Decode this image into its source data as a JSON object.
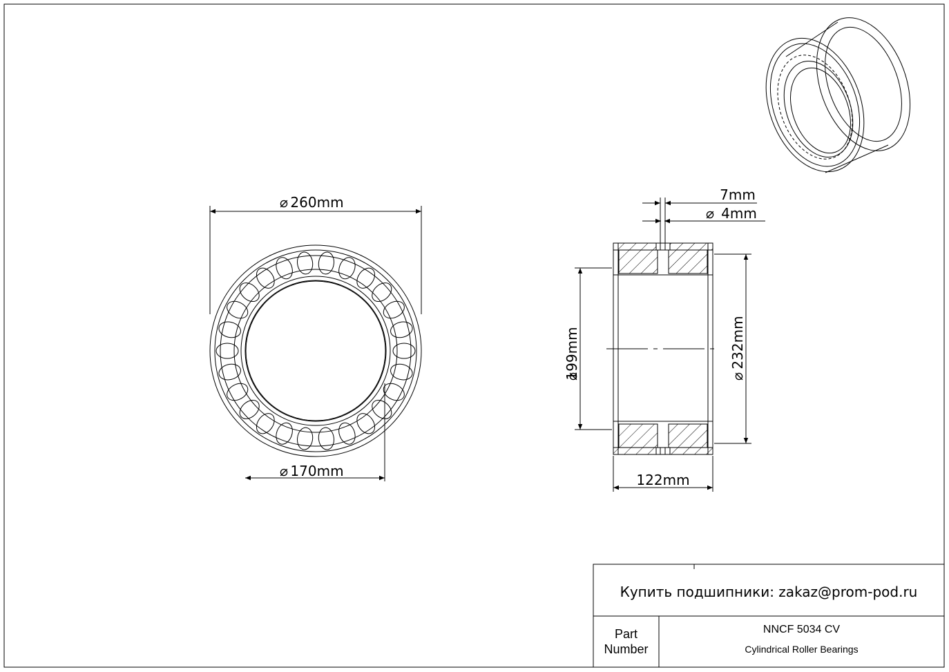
{
  "drawing": {
    "dimensions": {
      "outer_diameter": "260mm",
      "bore_diameter": "170mm",
      "width": "122mm",
      "inner_ring_diameter": "199mm",
      "outer_ring_inner_diameter": "232mm",
      "groove_width": "7mm",
      "lube_hole_diameter": "4mm"
    }
  },
  "title_block": {
    "contact": "Купить подшипники: zakaz@prom-pod.ru",
    "part_label_line1": "Part",
    "part_label_line2": "Number",
    "part_number": "NNCF 5034 CV",
    "part_description": "Cylindrical Roller Bearings"
  }
}
